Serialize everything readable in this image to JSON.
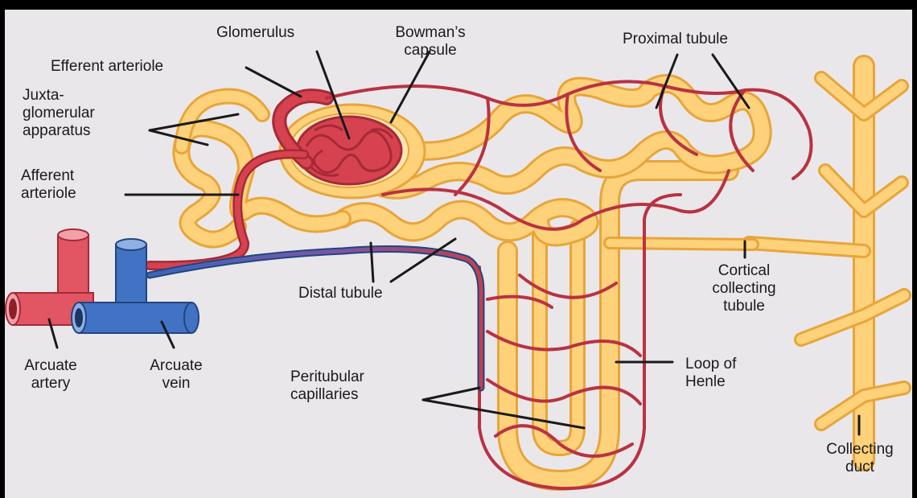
{
  "colors": {
    "background": "#e9e7ea",
    "tubule": "#fdd27a",
    "tubule_edge": "#e8a53a",
    "capillary": "#d6424f",
    "capillary_edge": "#a52a36",
    "vein": "#3a66b8",
    "vein_edge": "#23457e",
    "transition": "#8a4fa0",
    "leader": "#1a1a1a"
  },
  "labels": {
    "glomerulus": "Glomerulus",
    "bowmans_1": "Bowman’s",
    "bowmans_2": "capsule",
    "proximal_tubule": "Proximal tubule",
    "efferent_arteriole": "Efferent arteriole",
    "juxta_1": "Juxta-",
    "juxta_2": "glomerular",
    "juxta_3": "apparatus",
    "afferent_1": "Afferent",
    "afferent_2": "arteriole",
    "distal_tubule": "Distal tubule",
    "cortical_1": "Cortical",
    "cortical_2": "collecting",
    "cortical_3": "tubule",
    "arcuate_artery_1": "Arcuate",
    "arcuate_artery_2": "artery",
    "arcuate_vein_1": "Arcuate",
    "arcuate_vein_2": "vein",
    "peritubular_1": "Peritubular",
    "peritubular_2": "capillaries",
    "loop_1": "Loop of",
    "loop_2": "Henle",
    "collecting_duct_1": "Collecting",
    "collecting_duct_2": "duct"
  }
}
